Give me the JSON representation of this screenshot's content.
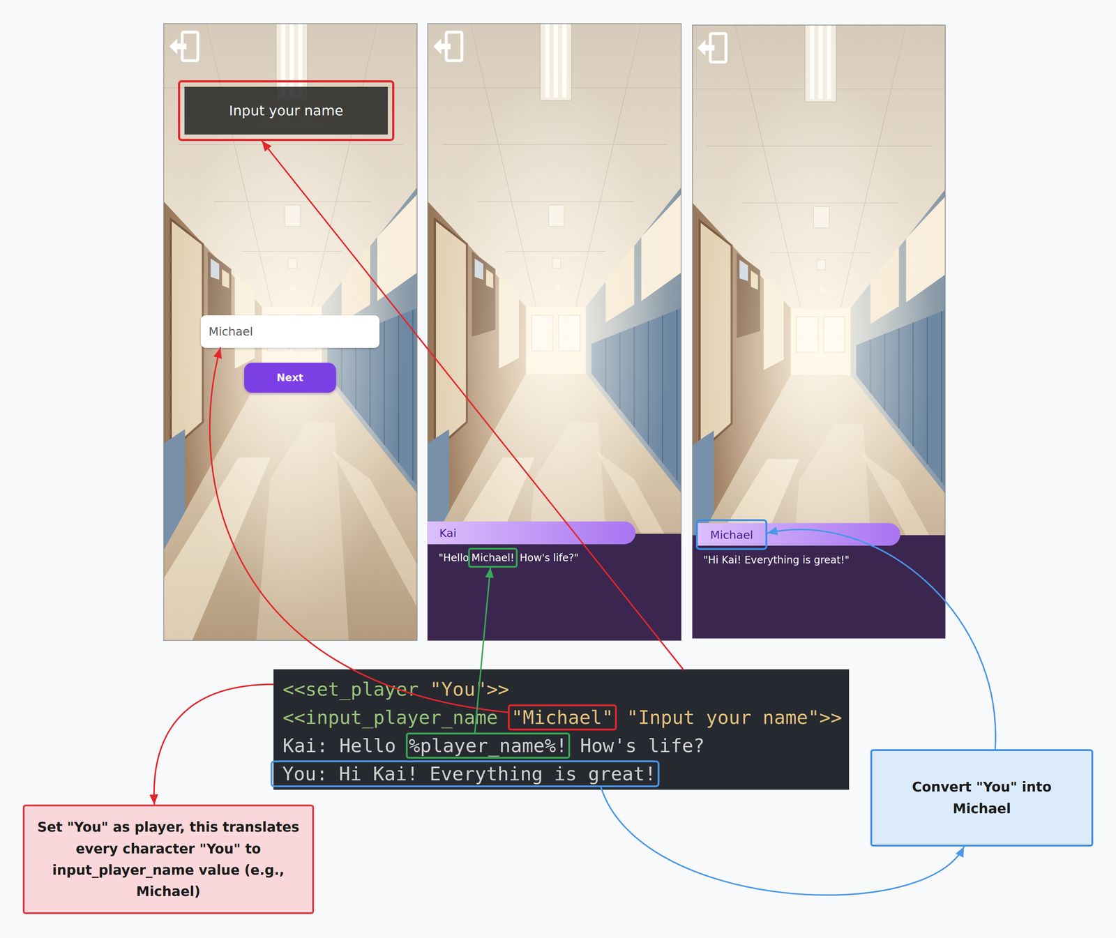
{
  "diagram": {
    "nodes": [
      {
        "text": [
          "Input your name"
        ]
      },
      {
        "text": [
          "Michael"
        ]
      },
      {
        "text": [
          "Next"
        ]
      },
      {
        "text": [
          "Kai"
        ]
      },
      {
        "text": [
          "\"Hello",
          "How's life?\""
        ]
      },
      {
        "text": [
          "Michael!"
        ],
        "in": 4
      },
      {
        "text": [
          "Michael"
        ]
      },
      {
        "text": [
          "\"Hi Kai! Everything is great!\""
        ]
      },
      {
        "text": [
          "<<set_player",
          "\"You\">>",
          "<<input_player_name",
          "\"Input your name\">>",
          "Kai: Hello",
          "How's life?"
        ]
      },
      {
        "text": [
          "\"Michael\""
        ],
        "in": 8
      },
      {
        "text": [
          "%player_name%!"
        ],
        "in": 8
      },
      {
        "text": [
          "You: Hi Kai! Everything is great!"
        ],
        "in": 8
      },
      {
        "text": [
          "Set \"You\" as player, this translates every character \"You\" to input_player_name value (e.g., Michael)"
        ]
      },
      {
        "text": [
          "Convert \"You\" into Michael"
        ]
      }
    ],
    "edges": [
      {
        "from": 9,
        "to": 1,
        "arrow": "to"
      },
      {
        "from": 8,
        "to": 0,
        "arrow": "to"
      },
      {
        "from": 8,
        "to": 12,
        "arrow": "to"
      },
      {
        "from": 10,
        "to": 5,
        "arrow": "to"
      },
      {
        "from": 11,
        "to": 13,
        "arrow": "to"
      },
      {
        "from": 13,
        "to": 6,
        "arrow": "to"
      }
    ]
  }
}
